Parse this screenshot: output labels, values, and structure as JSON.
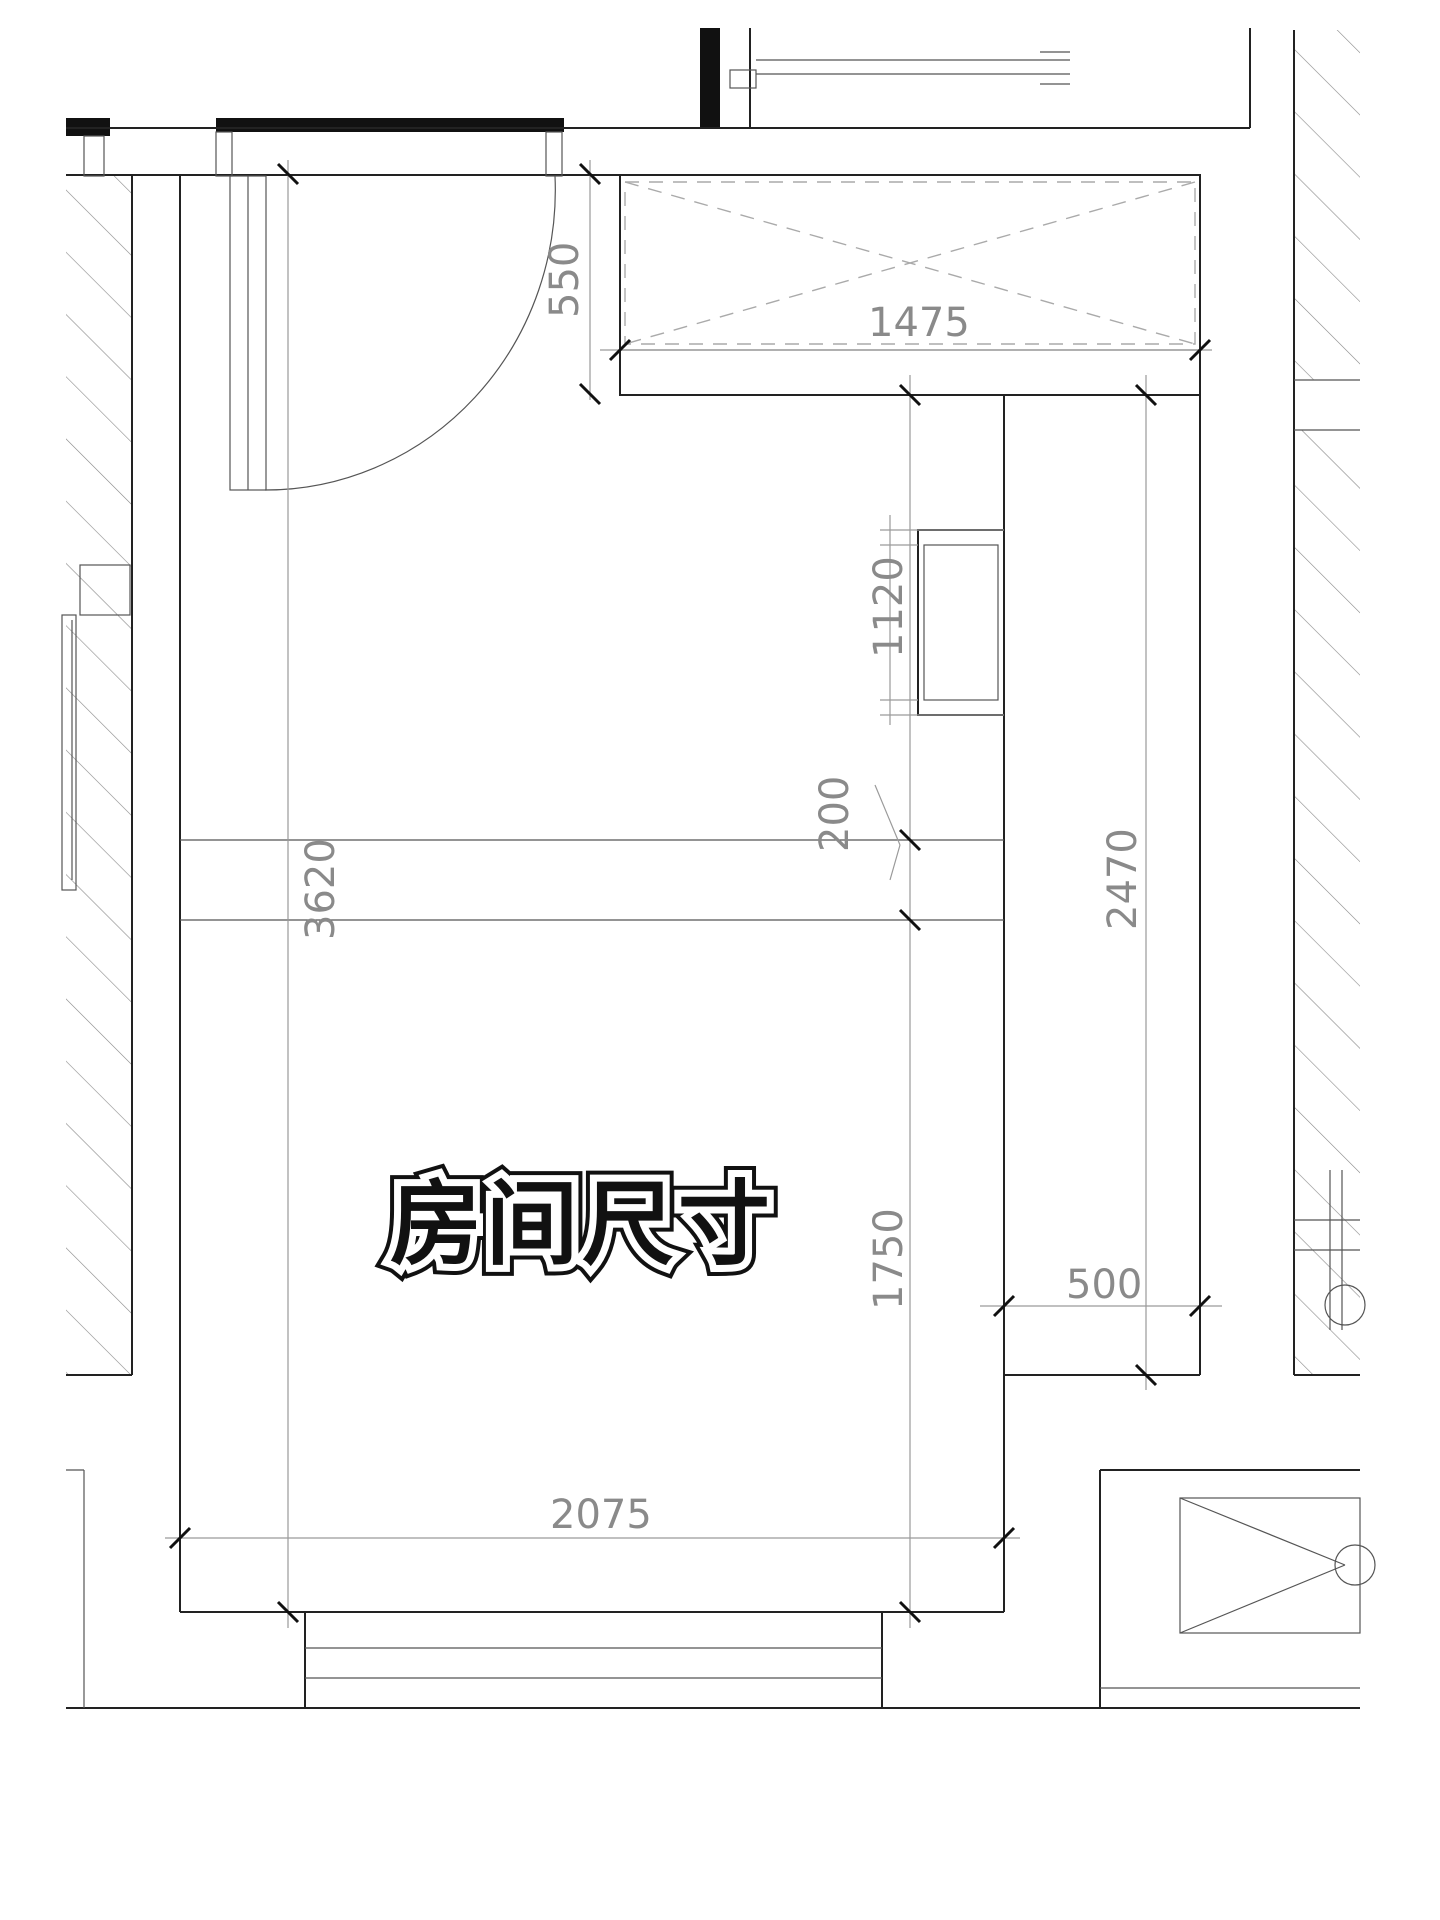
{
  "title": "房间尺寸",
  "dimensions": {
    "wardrobe_depth": "550",
    "wardrobe_width": "1475",
    "tv_niche": "1120",
    "beam": "200",
    "room_length": "3620",
    "side_length": "2470",
    "lower_length": "1750",
    "side_depth": "500",
    "room_width": "2075"
  },
  "colors": {
    "line": "#222222",
    "dimension_text": "#8a8a8a",
    "title_fill": "#111111",
    "title_outline": "#ffffff"
  }
}
